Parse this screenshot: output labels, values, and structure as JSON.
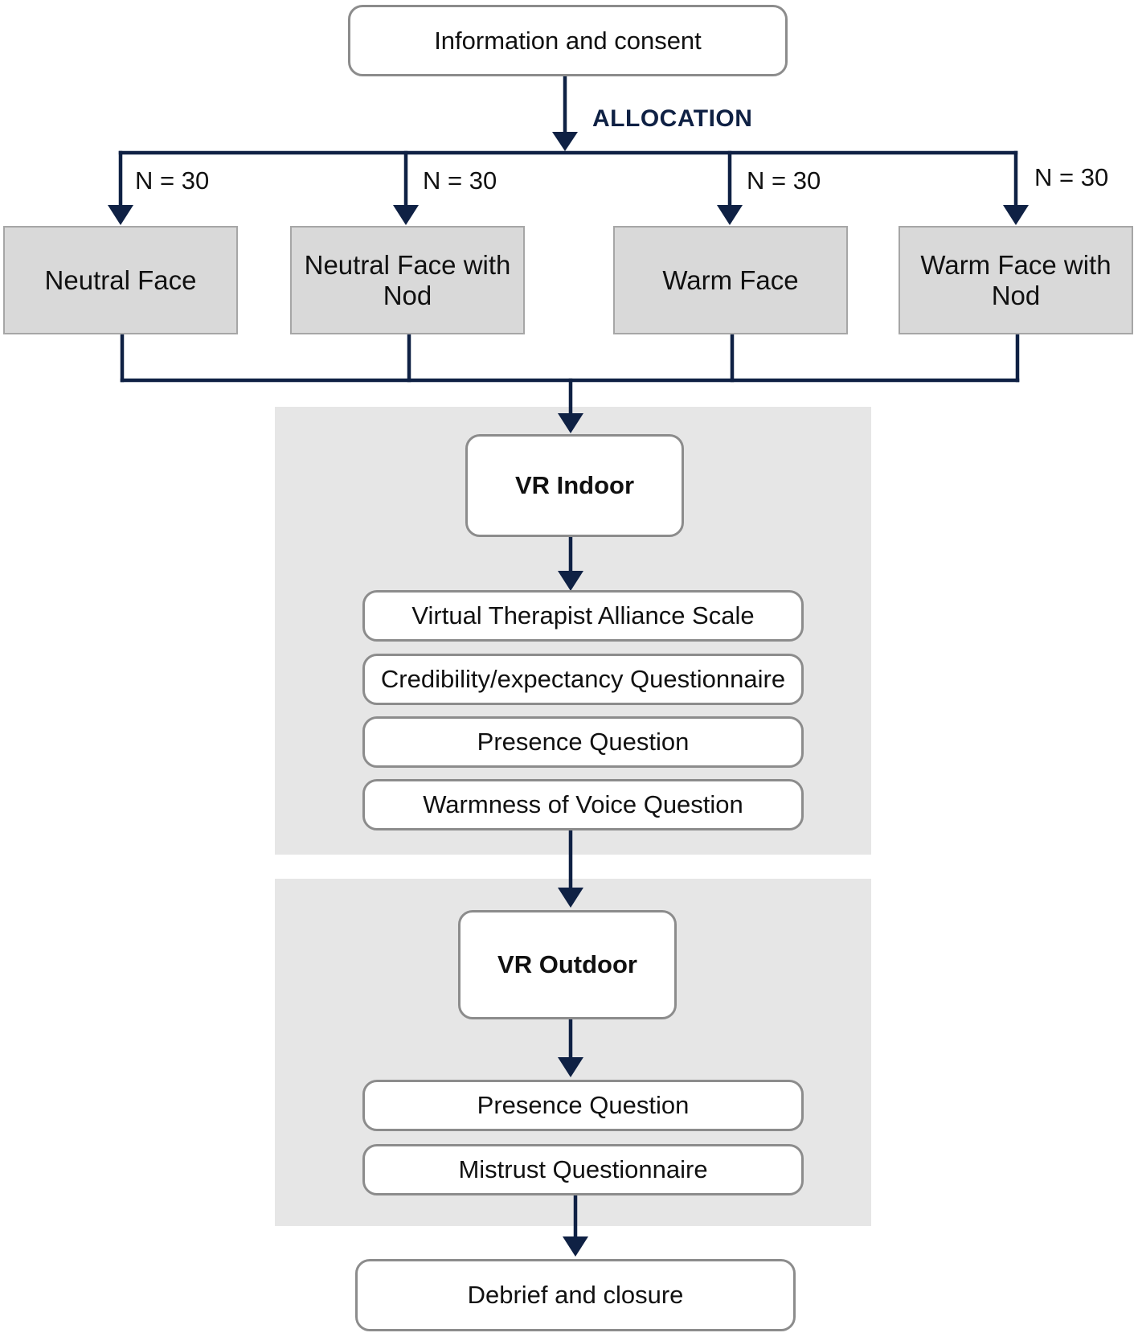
{
  "start": "Information and consent",
  "allocation_label": "ALLOCATION",
  "groups": [
    {
      "n": "N = 30",
      "name": "Neutral Face"
    },
    {
      "n": "N = 30",
      "name": "Neutral Face with Nod"
    },
    {
      "n": "N = 30",
      "name": "Warm Face"
    },
    {
      "n": "N = 30",
      "name": "Warm Face with Nod"
    }
  ],
  "indoor": {
    "title": "VR Indoor",
    "measures": [
      "Virtual Therapist Alliance Scale",
      "Credibility/expectancy Questionnaire",
      "Presence Question",
      "Warmness of Voice Question"
    ]
  },
  "outdoor": {
    "title": "VR Outdoor",
    "measures": [
      "Presence Question",
      "Mistrust Questionnaire"
    ]
  },
  "end": "Debrief and closure",
  "colors": {
    "arrow": "#0f2144",
    "panel": "#e6e6e6",
    "group_box": "#d9d9d9",
    "border": "#8c8c8c"
  }
}
